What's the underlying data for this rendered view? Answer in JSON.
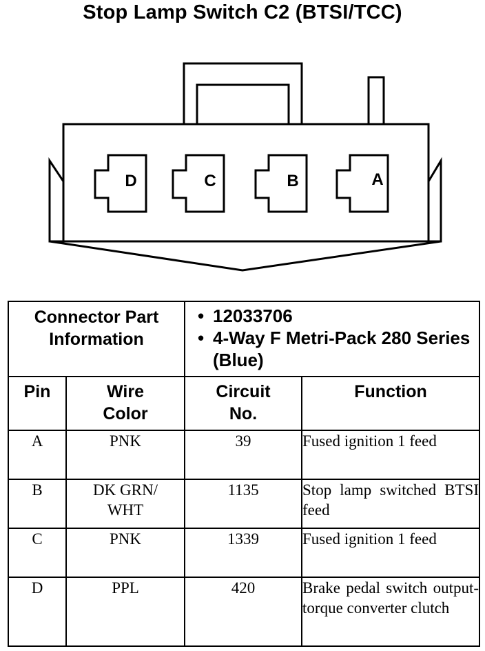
{
  "title": "Stop Lamp Switch C2 (BTSI/TCC)",
  "connector": {
    "cavities": [
      "D",
      "C",
      "B",
      "A"
    ]
  },
  "part_info": {
    "label": "Connector Part Information",
    "items": [
      "12033706",
      "4-Way F Metri-Pack 280 Series (Blue)"
    ]
  },
  "columns": [
    "Pin",
    "Wire Color",
    "Circuit No.",
    "Function"
  ],
  "rows": [
    {
      "pin": "A",
      "color": "PNK",
      "circuit": "39",
      "function": "Fused ignition 1 feed"
    },
    {
      "pin": "B",
      "color": "DK GRN/ WHT",
      "circuit": "1135",
      "function": "Stop lamp switched BTSI feed"
    },
    {
      "pin": "C",
      "color": "PNK",
      "circuit": "1339",
      "function": "Fused ignition 1 feed"
    },
    {
      "pin": "D",
      "color": "PPL",
      "circuit": "420",
      "function": "Brake pedal switch output-torque converter clutch"
    }
  ]
}
